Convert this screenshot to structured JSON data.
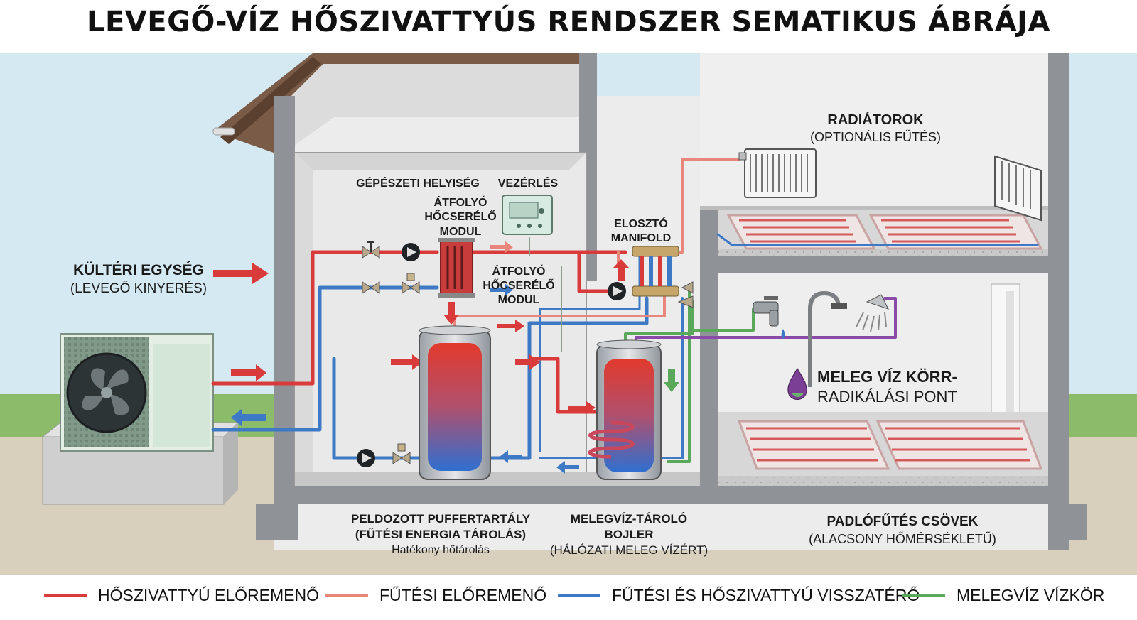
{
  "title": "LEVEGŐ-VÍZ HŐSZIVATTYÚS RENDSZER SEMATIKUS ÁBRÁJA",
  "labels": {
    "outdoor_unit": {
      "line1": "KÜLTÉRI EGYSÉG",
      "line2": "(LEVEGŐ KINYERÉS)"
    },
    "mech_room": "GÉPÉSZETI HELYISÉG",
    "control": "VEZÉRLÉS",
    "hx_module_top": {
      "line1": "ÁTFOLYÓ",
      "line2": "HŐCSERÉLŐ",
      "line3": "MODUL"
    },
    "hx_module_bottom": {
      "line1": "ÁTFOLYÓ",
      "line2": "HŐCSERÉLŐ",
      "line3": "MODUL"
    },
    "manifold": {
      "line1": "ELOSZTÓ",
      "line2": "MANIFOLD"
    },
    "radiators": {
      "line1": "RADIÁTOROK",
      "line2": "(OPTIONÁLIS FŰTÉS)"
    },
    "circulation_point": {
      "line1": "MELEG VÍZ KÖRR-",
      "line2": "RADIKÁLÁSI PONT"
    },
    "buffer_tank": {
      "line1": "PELDOZOTT PUFFERTARTÁLY",
      "line2": "(FŰTÉSI ENERGIA TÁROLÁS)",
      "line3": "Hatékony hőtárolás"
    },
    "dhw_tank": {
      "line1": "MELEGVÍZ-TÁROLÓ",
      "line2": "BOJLER",
      "line3": "(HÁLÓZATI MELEG VÍZÉRT)"
    },
    "floor_heating": {
      "line1": "PADLÓFŰTÉS CSÖVEK",
      "line2": "(ALACSONY HŐMÉRSÉKLETŰ)"
    }
  },
  "legend": [
    {
      "label": "HŐSZIVATTYÚ ELŐREMENŐ",
      "color": "#d93a3a"
    },
    {
      "label": "FŰTÉSI ELŐREMENŐ",
      "color": "#e9867b"
    },
    {
      "label": "FŰTÉSI ÉS HŐSZIVATTYÚ VISSZATÉRŐ",
      "color": "#3d79c4"
    },
    {
      "label": "MELEGVÍZ VÍZKÖR",
      "color": "#5aa95a"
    }
  ],
  "colors": {
    "hp_flow": "#d93a3a",
    "heat_flow": "#e9867b",
    "return": "#3d79c4",
    "dhw": "#5aa95a",
    "circulation": "#8a4aa8",
    "sky": "#d5e9f3",
    "grass": "#8cbc6a",
    "ground": "#d8d0bc",
    "wall": "#8f9398"
  },
  "icons": [
    "fan-icon",
    "control-panel-icon",
    "pump-icon",
    "valve-icon",
    "faucet-icon",
    "shower-icon",
    "radiator-icon",
    "water-drop-icon"
  ]
}
